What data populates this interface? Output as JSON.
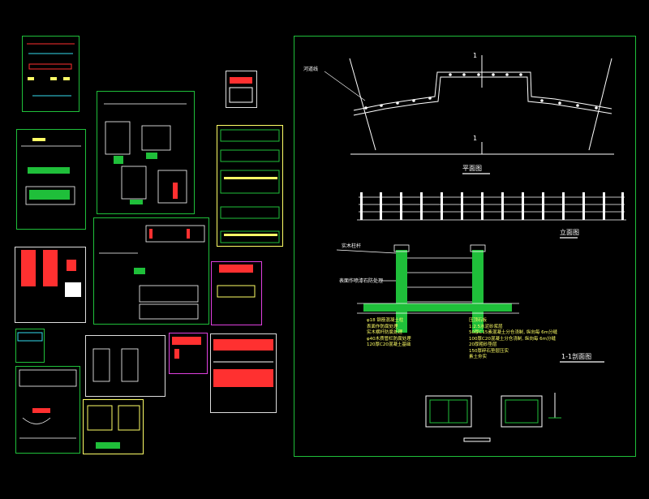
{
  "main_drawing": {
    "plan_title": "平面图",
    "elevation_title": "立面图",
    "section_title": "1-1剖面图",
    "section_mark": "1",
    "river_label": "河道线",
    "post_label": "实木柱杆",
    "finish_label": "表面作喷漆石防处理",
    "materials_left": [
      "φ18 钢筋混凝土柱",
      "表面作防腐处理",
      "实木横杆防腐处理",
      "φ40木质管栏防腐处理",
      "120厚C20混凝土基础"
    ],
    "materials_right": [
      "压顶石板",
      "1:2.5水泥砂浆层",
      "50厚C15素混凝土分仓浇制, 纵向每 6m分缝",
      "100厚C20混凝土分仓浇制, 纵向每 6m分缝",
      "20厚粗砂垫层",
      "150厚碎石垫层压实",
      "素土夯实"
    ]
  },
  "colors": {
    "frame": "#1fbf3a",
    "line": "#ffffff",
    "accent_red": "#ff3030",
    "accent_magenta": "#e040e0",
    "accent_yellow": "#ffff66",
    "accent_cyan": "#33ddee"
  }
}
